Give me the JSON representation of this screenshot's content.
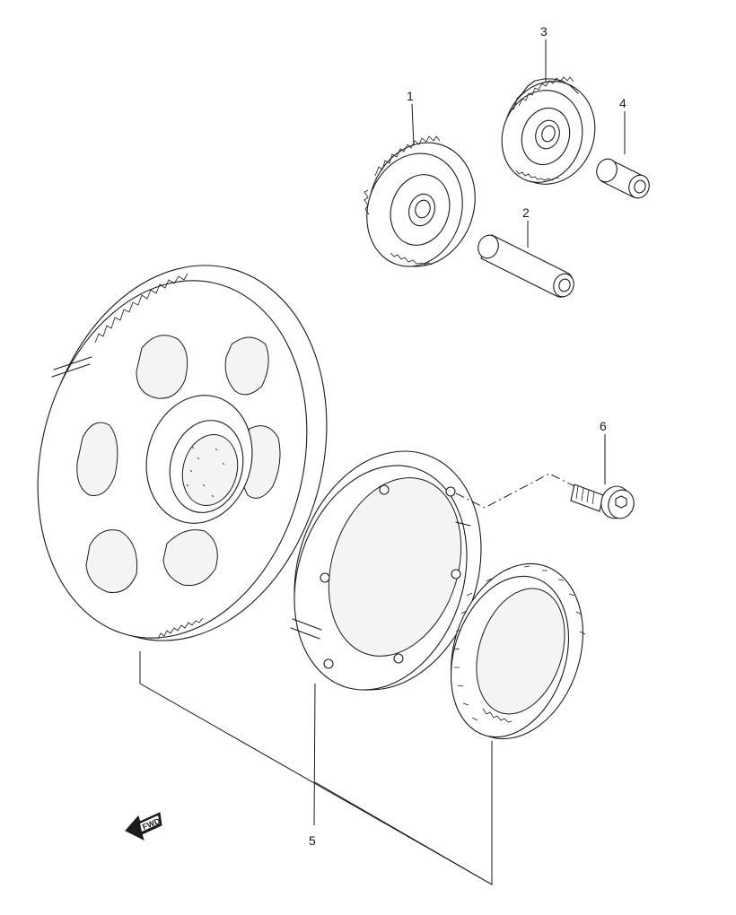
{
  "callouts": [
    {
      "id": "part-1",
      "label": "1"
    },
    {
      "id": "part-2",
      "label": "2"
    },
    {
      "id": "part-3",
      "label": "3"
    },
    {
      "id": "part-4",
      "label": "4"
    },
    {
      "id": "part-5",
      "label": "5"
    },
    {
      "id": "part-6",
      "label": "6"
    }
  ],
  "direction_badge": {
    "label": "FWD",
    "icon": "forward-arrow-icon"
  },
  "colors": {
    "line": "#1a1a1a",
    "background": "#ffffff"
  }
}
